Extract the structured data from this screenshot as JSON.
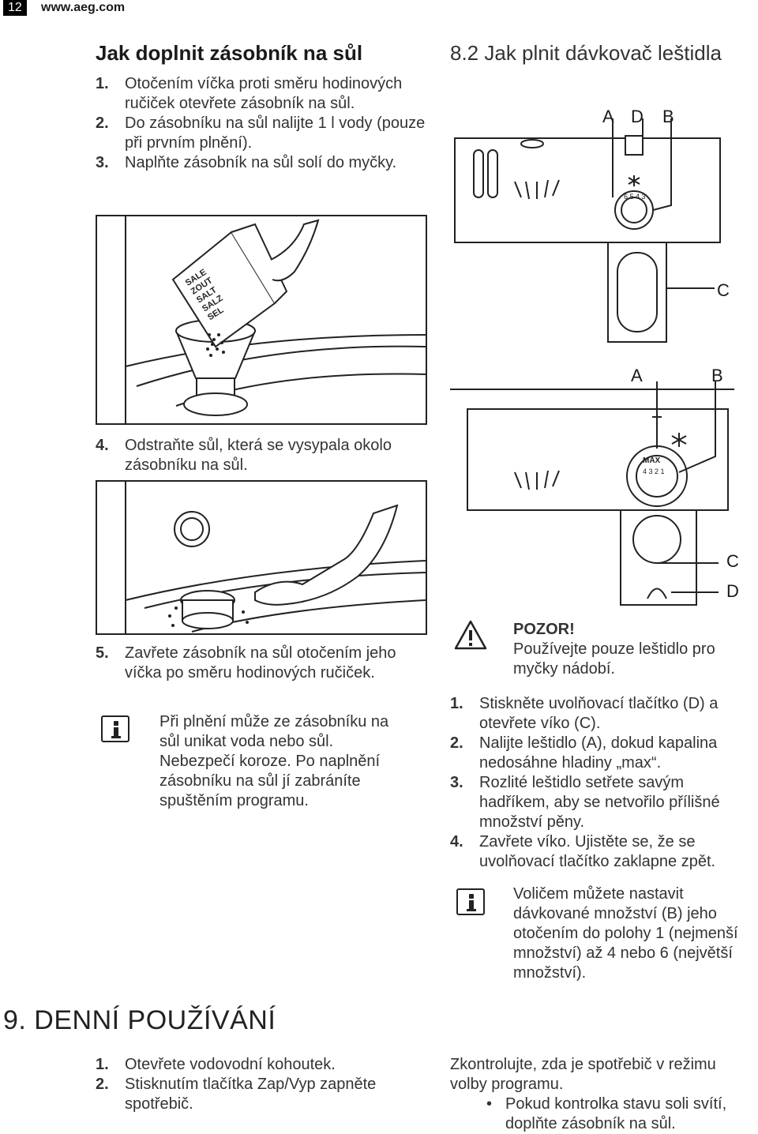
{
  "header": {
    "page_number": "12",
    "site": "www.aeg.com"
  },
  "salt": {
    "title": "Jak doplnit zásobník na sůl",
    "steps_a": [
      {
        "num": "1.",
        "text": "Otočením víčka proti směru hodinových ručiček otevřete zásobník na sůl."
      },
      {
        "num": "2.",
        "text": "Do zásobníku na sůl nalijte 1 l vody (pouze při prvním plnění)."
      },
      {
        "num": "3.",
        "text": "Naplňte zásobník na sůl solí do myčky."
      }
    ],
    "box_labels": [
      "SALE",
      "ZOUT",
      "SALT",
      "SALZ",
      "SEL"
    ],
    "steps_b": [
      {
        "num": "4.",
        "text": "Odstraňte sůl, která se vysypala okolo zásobníku na sůl."
      }
    ],
    "steps_c": [
      {
        "num": "5.",
        "text": "Zavřete zásobník na sůl otočením jeho víčka po směru hodinových ručiček."
      }
    ],
    "info_text": "Při plnění může ze zásobníku na sůl unikat voda nebo sůl. Nebezpečí koroze. Po naplnění zásobníku na sůl jí zabráníte spuštěním programu."
  },
  "rinse": {
    "title": "8.2 Jak plnit dávkovač leštidla",
    "fig1_labels": {
      "a": "A",
      "d": "D",
      "b": "B",
      "c": "C"
    },
    "fig1_dial": "6 5 4 3",
    "fig2_labels": {
      "a": "A",
      "b": "B",
      "c": "C",
      "d": "D"
    },
    "fig2_dial_max": "MAX",
    "fig2_dial_nums": "4 3 2 1",
    "warning_title": "POZOR!",
    "warning_text": "Používejte pouze leštidlo pro myčky nádobí.",
    "steps": [
      {
        "num": "1.",
        "text": "Stiskněte uvolňovací tlačítko (D) a otevřete víko (C)."
      },
      {
        "num": "2.",
        "text": "Nalijte leštidlo (A), dokud kapalina nedosáhne hladiny „max“."
      },
      {
        "num": "3.",
        "text": "Rozlité leštidlo setřete savým hadříkem, aby se netvořilo přílišné množství pěny."
      },
      {
        "num": "4.",
        "text": "Zavřete víko. Ujistěte se, že se uvolňovací tlačítko zaklapne zpět."
      }
    ],
    "info_text": "Voličem můžete nastavit dávkované množství (B) jeho otočením do polohy 1 (nejmenší množství) až 4 nebo 6 (největší množství)."
  },
  "daily": {
    "title": "9. DENNÍ POUŽÍVÁNÍ",
    "steps": [
      {
        "num": "1.",
        "text": "Otevřete vodovodní kohoutek."
      },
      {
        "num": "2.",
        "text": "Stisknutím tlačítka Zap/Vyp zapněte spotřebič."
      }
    ],
    "right_text": "Zkontrolujte, zda je spotřebič v režimu volby programu.",
    "bullets": [
      "Pokud kontrolka stavu soli svítí, doplňte zásobník na sůl."
    ]
  }
}
